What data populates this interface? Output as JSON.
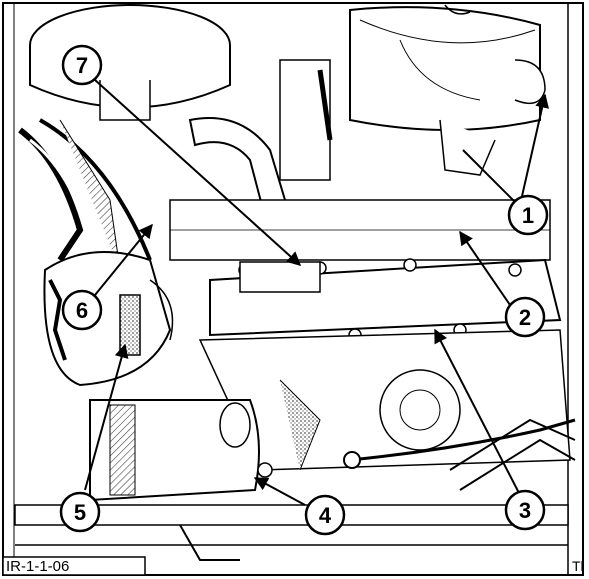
{
  "figure": {
    "id_label": "IR-1-1-06",
    "corner_mark": "Tl"
  },
  "callouts": [
    {
      "number": "1"
    },
    {
      "number": "2"
    },
    {
      "number": "3"
    },
    {
      "number": "4"
    },
    {
      "number": "5"
    },
    {
      "number": "6"
    },
    {
      "number": "7"
    }
  ],
  "colors": {
    "ink": "#000000",
    "paper": "#ffffff",
    "shade": "#bdbdbd"
  }
}
